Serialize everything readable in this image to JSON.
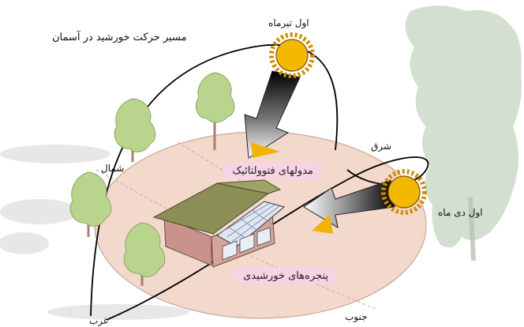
{
  "labels": {
    "sun_path": "مسیر حرکت خورشید در آسمان",
    "summer_solstice": "اول تیرماه",
    "winter_solstice": "اول دی ماه",
    "east": "شرق",
    "north": "شمال",
    "west": "غرب",
    "south": "جنوب",
    "pv_modules": "مدولهای فتوولتائیک",
    "solar_windows": "پنجره‌های خورشیدی"
  },
  "colors": {
    "ground": "#f3d8cc",
    "ground_edge": "#c9a898",
    "sun": "#f5b800",
    "sun_ray": "#d08a00",
    "house_wall": "#c9938b",
    "roof": "#8b8f55",
    "solar_panel": "#dfe6f2",
    "callout_bg": "#f7d3e4",
    "ray_tip": "#f0b400"
  }
}
